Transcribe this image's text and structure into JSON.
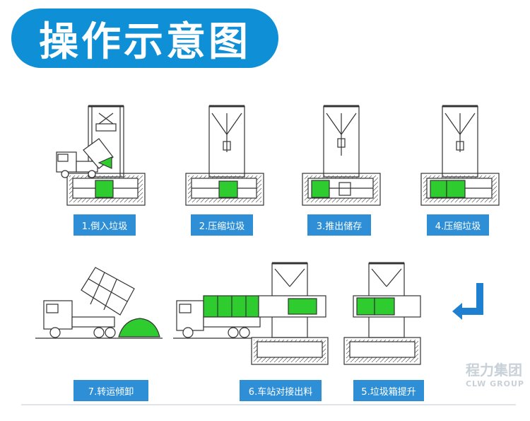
{
  "title": "操作示意图",
  "steps": [
    {
      "label": "1.倒入垃圾"
    },
    {
      "label": "2.压缩垃圾"
    },
    {
      "label": "3.推出储存"
    },
    {
      "label": "4.压缩垃圾"
    },
    {
      "label": "7.转运倾卸"
    },
    {
      "label": "6.车站对接出料"
    },
    {
      "label": "5.垃圾箱提升"
    }
  ],
  "watermark": {
    "name": "程力集团",
    "sub": "CLW GROUP"
  },
  "colors": {
    "title_bg": "#0f8fd6",
    "caption_bg": "#2f8fd6",
    "waste_green": "#2ecc2e",
    "line": "#333333",
    "arrow": "#1f7fd0"
  }
}
